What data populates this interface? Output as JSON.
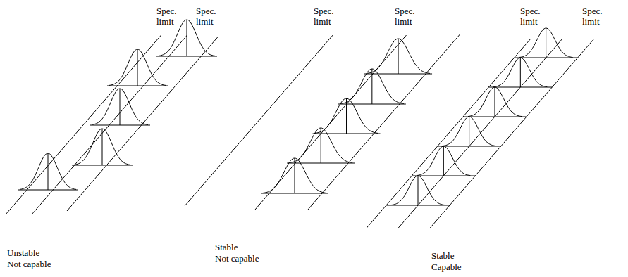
{
  "diagram": {
    "labels": [
      "Spec. limit",
      "Spec. limit",
      "Spec. limit",
      "Spec. limit",
      "Spec. limit",
      "Spec. limit",
      "Unstable",
      "Not capable",
      "Stable",
      "Not capable",
      "Stable",
      "Capable"
    ]
  }
}
